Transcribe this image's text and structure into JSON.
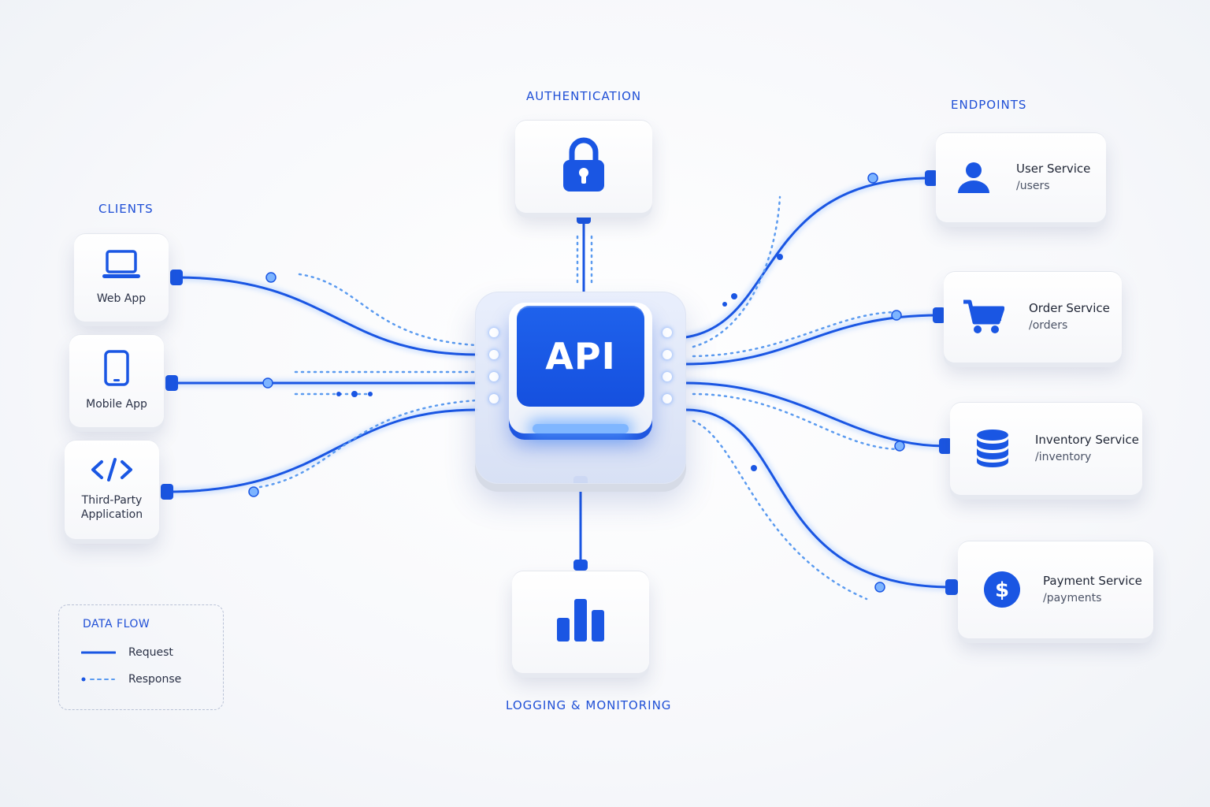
{
  "sections": {
    "clients": "CLIENTS",
    "authentication": "AUTHENTICATION",
    "endpoints": "ENDPOINTS",
    "logging": "LOGGING & MONITORING"
  },
  "api": {
    "label": "API"
  },
  "clients": [
    {
      "label": "Web App",
      "icon": "laptop-icon"
    },
    {
      "label": "Mobile App",
      "icon": "smartphone-icon"
    },
    {
      "label": "Third-Party Application",
      "icon": "code-icon"
    }
  ],
  "endpoints": [
    {
      "name": "User Service",
      "path": "/users",
      "icon": "user-icon"
    },
    {
      "name": "Order Service",
      "path": "/orders",
      "icon": "cart-icon"
    },
    {
      "name": "Inventory Service",
      "path": "/inventory",
      "icon": "database-icon"
    },
    {
      "name": "Payment Service",
      "path": "/payments",
      "icon": "dollar-icon"
    }
  ],
  "auth": {
    "icon": "lock-icon"
  },
  "logging": {
    "icon": "bar-chart-icon"
  },
  "legend": {
    "title": "DATA FLOW",
    "items": [
      {
        "label": "Request",
        "style": "solid"
      },
      {
        "label": "Response",
        "style": "dotted"
      }
    ]
  },
  "colors": {
    "accent": "#1a56e3",
    "accent_light": "#5b9bf0",
    "label": "#1f4fd6"
  }
}
